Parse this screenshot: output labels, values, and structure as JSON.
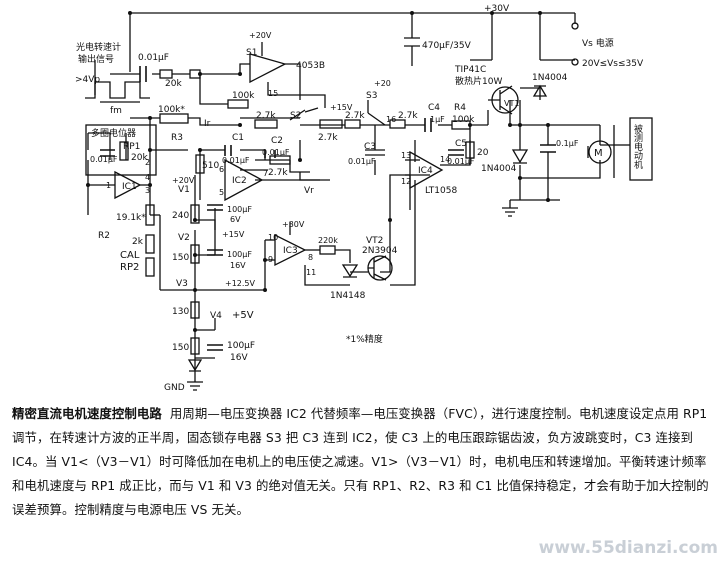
{
  "diagram": {
    "labels": {
      "input_signal_1": "光电转速计",
      "input_signal_2": "输出信号",
      "amplitude": ">4Vp",
      "freq": "fm",
      "c_in": "0.01μF",
      "r_in": "20k",
      "plus20_top": "+20V",
      "s1": "S1",
      "mux": "4053B",
      "r_100k": "100k",
      "plus30_top": "+30V",
      "c_bulk": "470μF/35V",
      "vs_term": "Vs 电源",
      "vs_range": "20V≤Vs≤35V",
      "tip41c": "TIP41C",
      "heatsink": "散热片10W",
      "vt1": "VT1",
      "d_1n4004_top": "1N4004",
      "pot_label": "多圈电位器",
      "rp1": "RP1",
      "rp1_val": "20k",
      "c_pot": "0.01μF",
      "r3": "R3",
      "r3_val": "100k*",
      "ir": "Ir",
      "s3": "S3",
      "plus20_s3": "+20",
      "plus15_mux": "+15V",
      "r_2k7_a": "2.7k",
      "s2": "S2",
      "r_2k7_b": "2.7k",
      "r_2k7_c": "2.7k",
      "r_2k7_d": "2.7k",
      "r_2k7_e": "2.7k",
      "c4": "C4",
      "c4_val": "1μF",
      "r4": "R4",
      "r4_val": "100k",
      "c5": "C5",
      "c5_val": "0.01μF",
      "r_20": "20",
      "d_1n4004_bot": "1N4004",
      "c_out": "0.1μF",
      "motor": "M",
      "motor_label": "被测电动机",
      "c1": "C1",
      "c1_val": "0.01μF",
      "c2": "C2",
      "c2_val": "0.01μF",
      "c3": "C3",
      "c3_val": "0.01μF",
      "r_510": "510",
      "vr": "Vr",
      "ic1": "IC1",
      "ic2": "IC2",
      "ic3": "IC3",
      "ic4": "IC4",
      "lt1058": "LT1058",
      "plus20_ic": "+20V",
      "v1": "V1",
      "r_19k1": "19.1k*",
      "r_240": "240",
      "c_100u_6v": "100μF",
      "v_6v": "6V",
      "r2": "R2",
      "r_2k": "2k",
      "cal": "CAL",
      "rp2": "RP2",
      "v2": "V2",
      "r_150a": "150",
      "plus15_mid": "+15V",
      "c_100u_16v_a": "100μF",
      "v_16v_a": "16V",
      "v3": "V3",
      "plus125": "+12.5V",
      "plus30_ic3": "+30V",
      "r_220k": "220k",
      "vt2": "VT2",
      "vt2_part": "2N3904",
      "d_1n4148": "1N4148",
      "r_130": "130",
      "v4": "V4",
      "plus5": "+5V",
      "r_150b": "150",
      "c_100u_16v_b": "100μF",
      "v_16v_b": "16V",
      "gnd": "GND",
      "note": "*1%精度",
      "pin_7": "7",
      "pin_10": "10",
      "pin_9": "9",
      "pin_8": "8",
      "pin_13": "13",
      "pin_14": "14",
      "pin_12": "12",
      "pin_11": "11",
      "pin_6": "6",
      "pin_5": "5",
      "pin_4": "4",
      "pin_3": "3",
      "pin_2": "2",
      "pin_1": "1",
      "pin_15": "15",
      "pin_16": "16"
    }
  },
  "caption": {
    "title": "精密直流电机速度控制电路",
    "body": "用周期—电压变换器 IC2 代替频率—电压变换器（FVC），进行速度控制。电机速度设定点用 RP1 调节，在转速计方波的正半周，固态锁存电器 S3 把 C3 连到 IC2，使 C3 上的电压跟踪锯齿波，负方波跳变时，C3 连接到 IC4。当 V1<（V3－V1）时可降低加在电机上的电压使之减速。V1>（V3－V1）时，电机电压和转速增加。平衡转速计频率和电机速度与 RP1 成正比，而与 V1 和 V3 的绝对值无关。只有 RP1、R2、R3 和 C1 比值保持稳定，才会有助于加大控制的误差预算。控制精度与电源电压 VS 无关。"
  },
  "watermark": "www.55dianzi.com"
}
